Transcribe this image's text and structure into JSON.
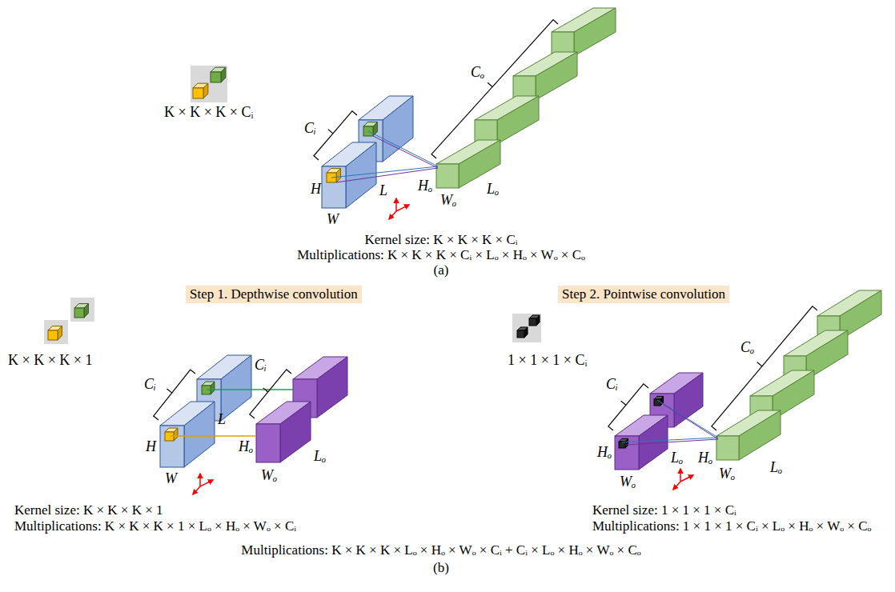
{
  "diagram": {
    "nodes": [
      {
        "text": [
          "Step 1. Depthwise convolution"
        ]
      },
      {
        "text": [
          "Step 2. Pointwise convolution"
        ]
      }
    ],
    "labels": [
      "K × K × K × Cᵢ",
      "Cᵢ",
      "H",
      "L",
      "W",
      "Hₒ",
      "Wₒ",
      "Lₒ",
      "Cₒ",
      "Kernel size: K × K × K × Cᵢ",
      "Multiplications: K × K × K × Cᵢ × Lₒ × Hₒ × Wₒ × Cₒ",
      "(a)",
      "K × K × K × 1",
      "Cᵢ",
      "Cᵢ",
      "H",
      "L",
      "W",
      "Hₒ",
      "Lₒ",
      "Wₒ",
      "Kernel size: K × K × K × 1",
      "Multiplications: K × K × K × 1 × Lₒ × Hₒ × Wₒ × Cᵢ",
      "1 × 1 × 1 × Cᵢ",
      "Cᵢ",
      "Hₒ",
      "Lₒ",
      "Hₒ",
      "Lₒ",
      "Wₒ",
      "Cₒ",
      "Wₒ",
      "Kernel size: 1 × 1 × 1 × Cᵢ",
      "Multiplications: 1 × 1 × 1 × Cᵢ × Lₒ × Hₒ × Wₒ × Cₒ",
      "Multiplications: K × K × K × Lₒ × Hₒ × Wₒ × Cᵢ + Cᵢ × Lₒ × Hₒ × Wₒ × Cₒ",
      "(b)"
    ]
  }
}
